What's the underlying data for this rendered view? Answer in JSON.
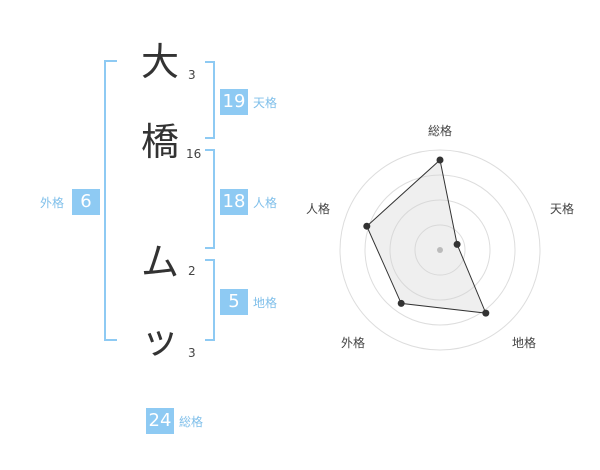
{
  "name": {
    "chars": [
      {
        "char": "大",
        "strokes": "3"
      },
      {
        "char": "橋",
        "strokes": "16"
      },
      {
        "char": "ム",
        "strokes": "2"
      },
      {
        "char": "ッ",
        "strokes": "3"
      }
    ]
  },
  "kaku": {
    "tenkaku": {
      "value": "19",
      "label": "天格"
    },
    "jinkaku": {
      "value": "18",
      "label": "人格"
    },
    "chikaku": {
      "value": "5",
      "label": "地格"
    },
    "gaikaku": {
      "value": "6",
      "label": "外格"
    },
    "soukaku": {
      "value": "24",
      "label": "総格"
    }
  },
  "colors": {
    "bracket": "#8ecaf3",
    "badge": "#8ecaf3",
    "label": "#7fbfea"
  },
  "chart_data": {
    "type": "radar",
    "axes": [
      "総格",
      "天格",
      "地格",
      "外格",
      "人格"
    ],
    "values": [
      0.9,
      0.18,
      0.78,
      0.66,
      0.77
    ],
    "range": [
      0,
      1
    ],
    "rings": 4,
    "legend": "none"
  }
}
